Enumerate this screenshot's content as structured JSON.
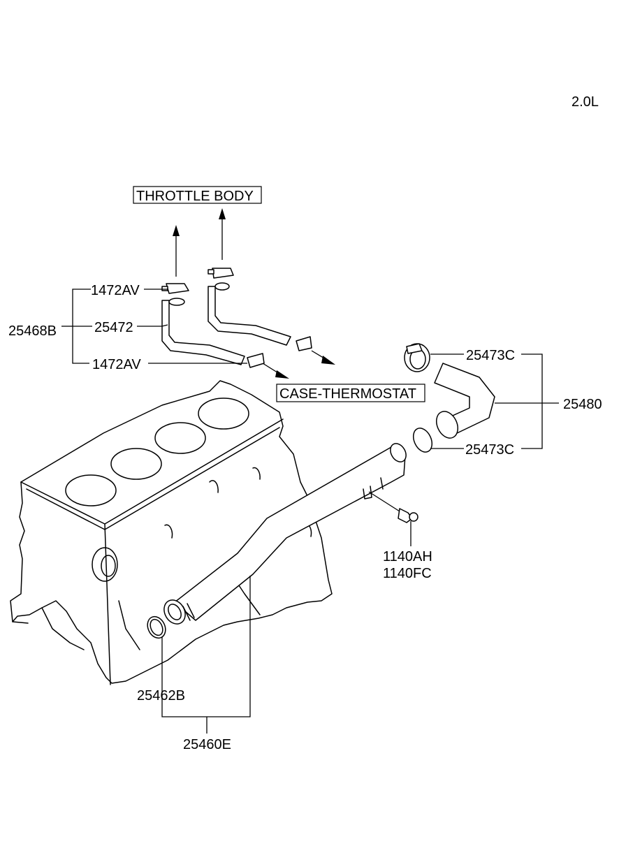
{
  "engine": "2.0L",
  "callouts": {
    "throttle_body": "THROTTLE BODY",
    "case_thermostat": "CASE-THERMOSTAT"
  },
  "parts": {
    "clamp_top": "1472AV",
    "hose_small": "25472",
    "hose_assy": "25468B",
    "clamp_bottom": "1472AV",
    "clamp_upper_right": "25473C",
    "hose_right": "25480",
    "clamp_lower_right": "25473C",
    "bolt_1": "1140AH",
    "bolt_2": "1140FC",
    "gasket": "25462B",
    "pipe_assy": "25460E"
  },
  "colors": {
    "line": "#000000",
    "background": "#ffffff"
  }
}
